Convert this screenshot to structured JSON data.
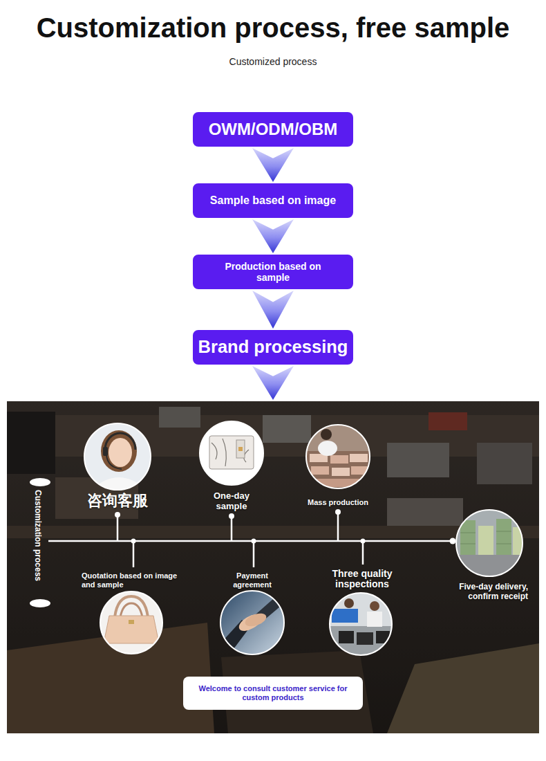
{
  "diagram": {
    "title": "Customization process, free sample",
    "nodes": [
      {
        "text": [
          "OWM/ODM/OBM"
        ]
      },
      {
        "text": [
          "Sample based on image"
        ]
      },
      {
        "text": [
          "Production based on sample"
        ]
      },
      {
        "text": [
          "Brand processing"
        ]
      },
      {
        "text": [
          "Customization process"
        ]
      },
      {
        "text": [
          "咨询客服"
        ],
        "in": 4
      },
      {
        "text": [
          "Quotation based on image and sample"
        ],
        "in": 4
      },
      {
        "text": [
          "One-day sample"
        ],
        "in": 4
      },
      {
        "text": [
          "Payment agreement"
        ],
        "in": 4
      },
      {
        "text": [
          "Mass production"
        ],
        "in": 4
      },
      {
        "text": [
          "Three quality inspections"
        ],
        "in": 4
      },
      {
        "text": [
          "Five-day delivery, confirm receipt"
        ],
        "in": 4
      },
      {
        "text": [
          "Welcome to consult customer service for custom products"
        ],
        "in": 4
      }
    ],
    "edges": [
      {
        "from": 0,
        "to": 1,
        "arrow": "to"
      },
      {
        "from": 1,
        "to": 2,
        "arrow": "to"
      },
      {
        "from": 2,
        "to": 3,
        "arrow": "to"
      },
      {
        "from": 3,
        "to": 4,
        "arrow": "to"
      }
    ],
    "labels": [
      "Customized process"
    ]
  }
}
